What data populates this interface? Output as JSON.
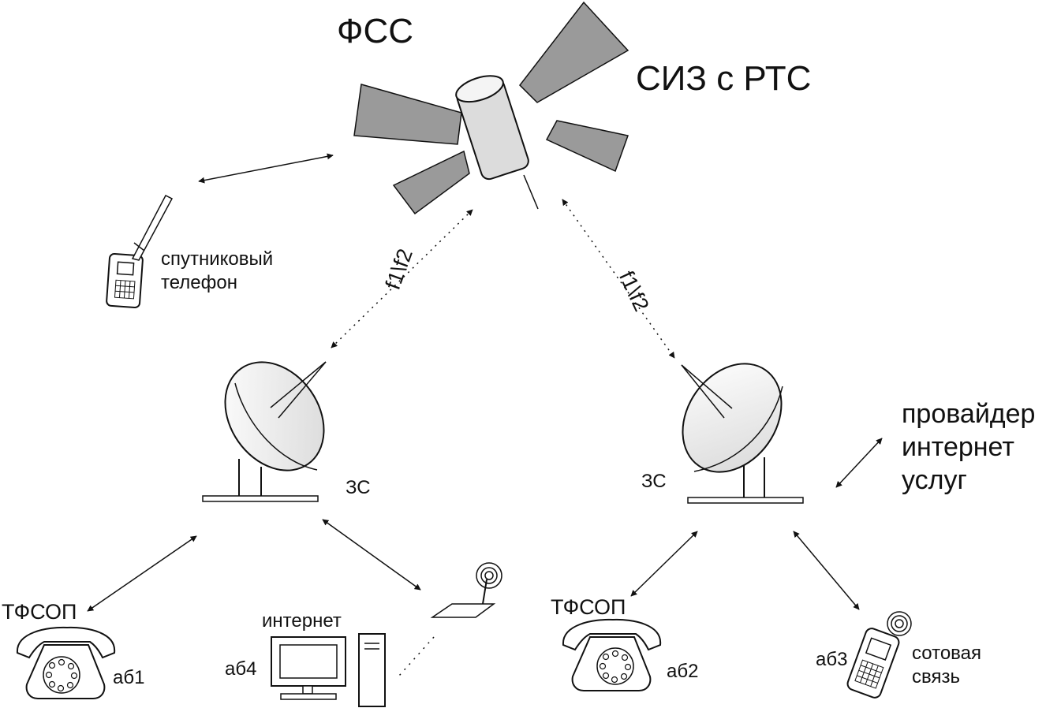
{
  "labels": {
    "fss": "ФСС",
    "siz": "СИЗ с РТС",
    "sat_phone": [
      "спутниковый",
      "телефон"
    ],
    "freq_left": "f1\\f2",
    "freq_right": "f1\\f2",
    "es_left": "ЗС",
    "es_right": "ЗС",
    "provider": [
      "провайдер",
      "интернет",
      "услуг"
    ],
    "tfsop_left": "ТФСОП",
    "ab1": "аб1",
    "internet": "интернет",
    "ab4": "аб4",
    "tfsop_right": "ТФСОП",
    "ab2": "аб2",
    "ab3": "аб3",
    "cellular": [
      "сотовая",
      "связь"
    ]
  },
  "colors": {
    "stroke": "#111111",
    "panel": "#9a9a9a",
    "satellite_body": "#dcdcdc",
    "background": "#ffffff"
  },
  "icons": {
    "satellite": "satellite-icon",
    "sat_phone": "satellite-phone-icon",
    "dish": "satellite-dish-icon",
    "telephone": "rotary-telephone-icon",
    "computer": "desktop-computer-icon",
    "wireless": "wireless-antenna-icon",
    "mobile": "mobile-phone-icon"
  }
}
